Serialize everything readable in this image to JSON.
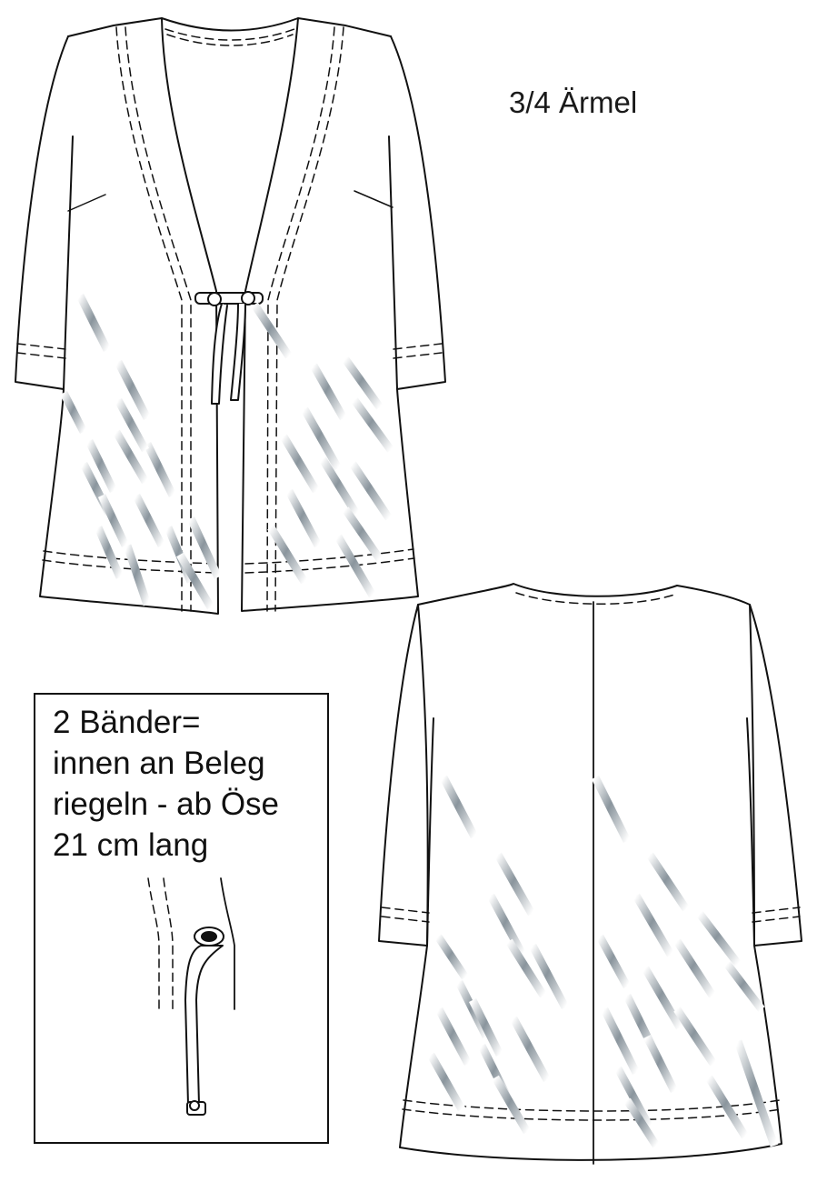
{
  "annotations": {
    "sleeve_label": "3/4 Ärmel",
    "tie_note": [
      "2 Bänder=",
      "innen an Beleg",
      "riegeln - ab Öse",
      "21 cm lang"
    ]
  },
  "colors": {
    "outline": "#111111",
    "stripe_dark": "#6d7a84",
    "stripe_light": "#ffffff"
  },
  "drawings": {
    "front_view": "garment-front",
    "back_view": "garment-back",
    "detail_view": "tie-detail"
  }
}
